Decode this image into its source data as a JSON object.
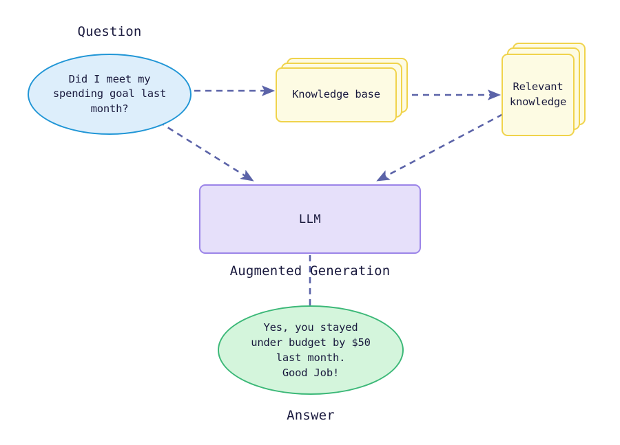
{
  "diagram": {
    "title": "Retrieval Augmented Generation flow",
    "background": "#ffffff",
    "colors": {
      "question_fill": "#ddeefb",
      "question_stroke": "#2196d6",
      "card_fill": "#fdfbe3",
      "card_stroke": "#f0d34b",
      "llm_fill": "#e6e0fa",
      "llm_stroke": "#9b84e8",
      "answer_fill": "#d4f5dc",
      "answer_stroke": "#3cb878",
      "edge": "#5b63a8",
      "text": "#19193d"
    }
  },
  "labels": {
    "question": "Question",
    "answer": "Answer",
    "augmented_generation": "Augmented Generation"
  },
  "nodes": {
    "question": {
      "text": "Did I meet my\nspending goal last\nmonth?",
      "shape": "ellipse"
    },
    "knowledge_base": {
      "text": "Knowledge base",
      "shape": "stacked-card",
      "stack_count": 3
    },
    "relevant_knowledge": {
      "text": "Relevant\nknowledge",
      "shape": "stacked-card",
      "stack_count": 3
    },
    "llm": {
      "text": "LLM",
      "shape": "rounded-rect"
    },
    "answer": {
      "text": "Yes, you stayed\nunder budget by $50\nlast month.\nGood Job!",
      "shape": "ellipse"
    }
  },
  "edges": [
    {
      "id": "question-to-knowledge-base",
      "from": "question",
      "to": "knowledge_base",
      "style": "dashed",
      "arrow": true
    },
    {
      "id": "knowledge-base-to-relevant-knowledge",
      "from": "knowledge_base",
      "to": "relevant_knowledge",
      "style": "dashed",
      "arrow": true
    },
    {
      "id": "question-to-llm",
      "from": "question",
      "to": "llm",
      "style": "dashed",
      "arrow": true
    },
    {
      "id": "relevant-knowledge-to-llm",
      "from": "relevant_knowledge",
      "to": "llm",
      "style": "dashed",
      "arrow": true
    },
    {
      "id": "llm-to-answer",
      "from": "llm",
      "to": "answer",
      "style": "dashed",
      "arrow": true,
      "label": "Augmented Generation"
    }
  ]
}
